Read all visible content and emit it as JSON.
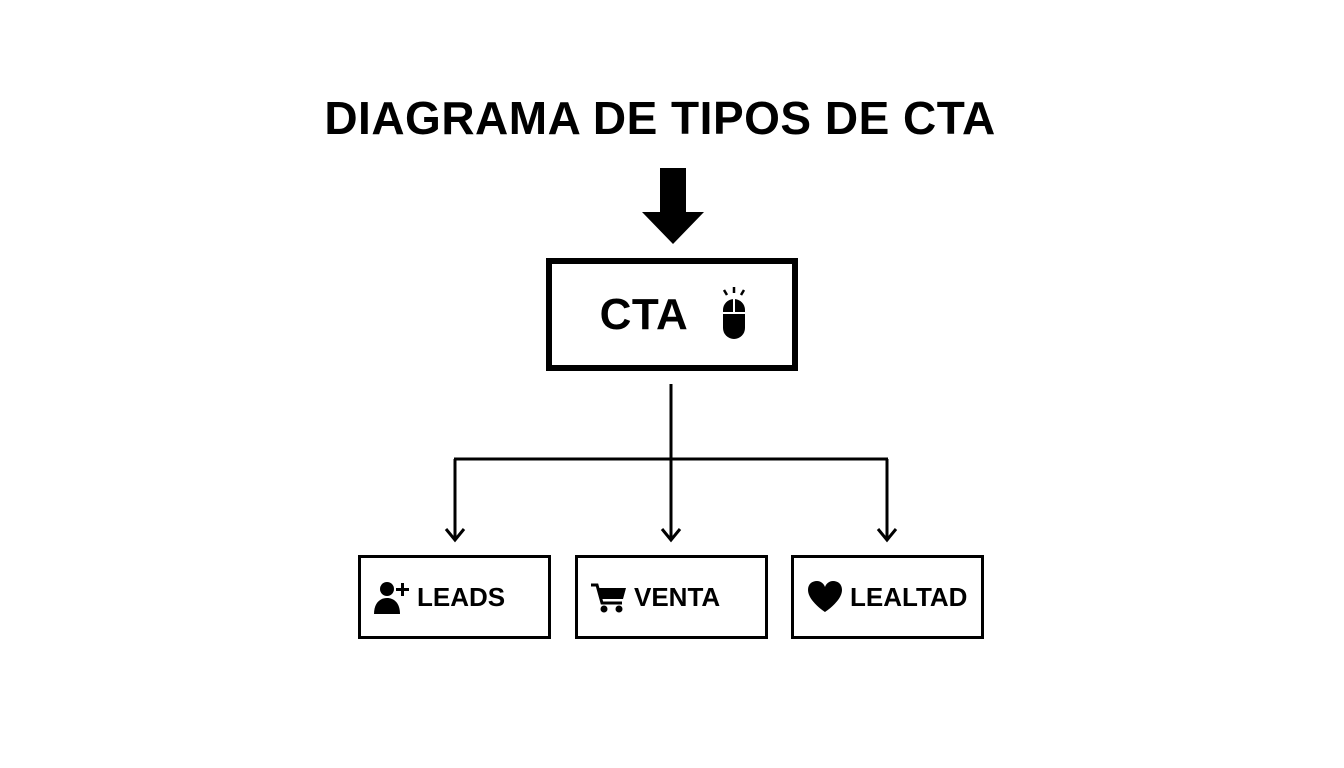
{
  "diagram": {
    "title": "DIAGRAMA DE TIPOS DE CTA",
    "root": {
      "label": "CTA",
      "icon": "mouse-click-icon"
    },
    "children": [
      {
        "label": "LEADS",
        "icon": "add-user-icon"
      },
      {
        "label": "VENTA",
        "icon": "shopping-cart-icon"
      },
      {
        "label": "LEALTAD",
        "icon": "heart-icon"
      }
    ]
  },
  "colors": {
    "ink": "#000000",
    "background": "#ffffff"
  }
}
